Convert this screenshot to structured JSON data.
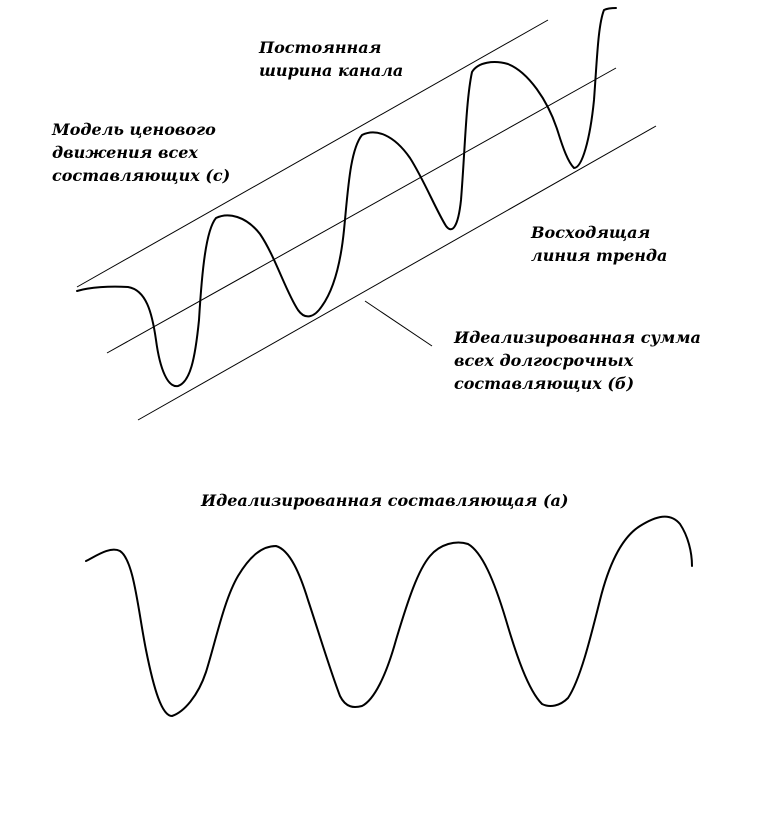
{
  "labels": {
    "channel_width": [
      "Постоянная",
      "ширина канала"
    ],
    "price_model": [
      "Модель ценового",
      "движения всех",
      "составляющих (с)"
    ],
    "uptrend": [
      "Восходящая",
      "линия тренда"
    ],
    "long_term_sum": [
      "Идеализированная сумма",
      "всех долгосрочных",
      "составляющих (б)"
    ],
    "component_a": "Идеализированная составляющая (а)"
  },
  "colors": {
    "ink": "#000000",
    "background": "#ffffff"
  }
}
